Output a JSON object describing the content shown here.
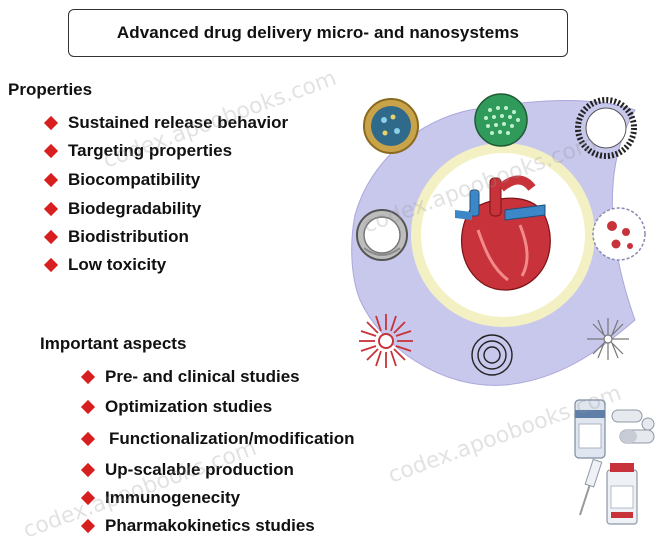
{
  "title": "Advanced drug delivery micro- and nanosystems",
  "properties": {
    "heading": "Properties",
    "items": [
      "Sustained release behavior",
      "Targeting properties",
      "Biocompatibility",
      "Biodegradability",
      "Biodistribution",
      "Low toxicity"
    ]
  },
  "aspects": {
    "heading": "Important aspects",
    "items": [
      "Pre- and clinical studies",
      "Optimization studies",
      "Functionalization/modification",
      "Up-scalable production",
      "Immunogenecity",
      "Pharmakokinetics studies"
    ]
  },
  "watermarks": [
    "codex.apoobooks.com",
    "codex.apoobooks.com",
    "codex.apoobooks.com",
    "codex.apoobooks.com"
  ],
  "colors": {
    "bullet": "#d81f1f",
    "hub_fill": "#c8c7ec",
    "center_glow": "#f3f1c4",
    "heart_red": "#c8323a",
    "vessel_blue": "#3b87c8"
  },
  "icons": [
    "heart-icon",
    "micelle-core-icon",
    "porous-sphere-icon",
    "liposome-ring-icon",
    "vesicle-icon",
    "loaded-particle-icon",
    "dendrimer-star-icon",
    "concentric-ring-icon",
    "branched-polymer-icon",
    "medicine-vial-icon",
    "capsule-pills-icon",
    "syringe-icon",
    "medicine-bottle-icon"
  ]
}
